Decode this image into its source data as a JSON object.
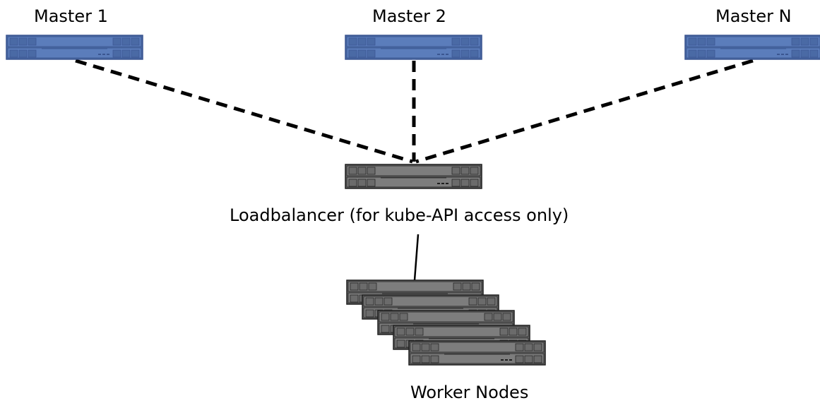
{
  "labels": {
    "master_1": "Master 1",
    "master_2": "Master 2",
    "master_n": "Master N",
    "loadbalancer": "Loadbalancer (for kube-API access only)",
    "worker_nodes": "Worker Nodes"
  },
  "colors": {
    "master_body": "#4a6aa5",
    "master_panel": "#5b7dbb",
    "master_border": "#3a5590",
    "gray_body": "#6b6b6b",
    "gray_panel": "#7d7d7d",
    "gray_border": "#1e1e1e",
    "line": "#000000"
  },
  "icons": {
    "master": "rack-server-icon",
    "loadbalancer": "rack-server-icon",
    "worker": "rack-server-icon"
  },
  "connections": {
    "master_to_loadbalancer": "dashed",
    "loadbalancer_to_workers": "solid"
  }
}
